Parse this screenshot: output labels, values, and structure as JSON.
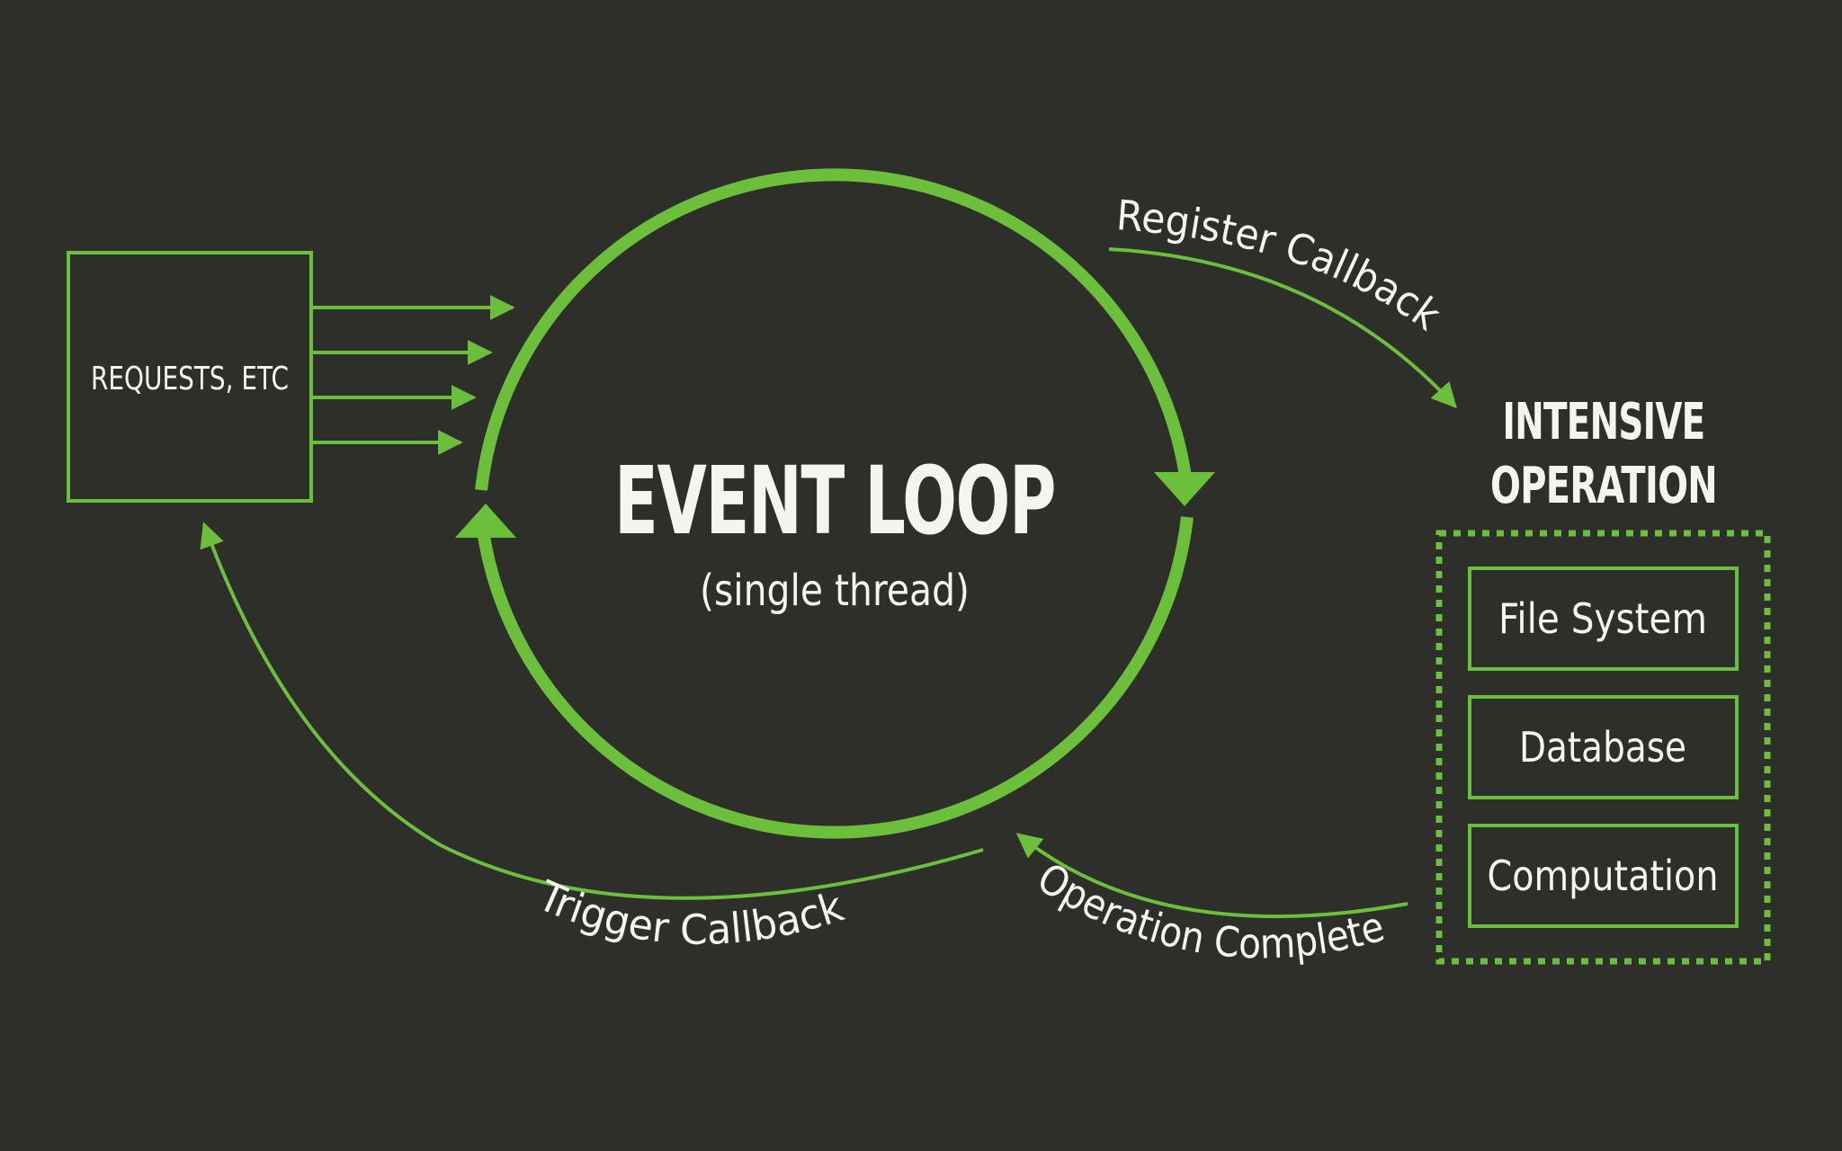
{
  "colors": {
    "background": "#2e2e2b",
    "accent": "#6bbf3a",
    "text": "#f4f4f0"
  },
  "requests_box": {
    "label": "REQUESTS, ETC"
  },
  "event_loop": {
    "title": "EVENT LOOP",
    "subtitle": "(single thread)"
  },
  "intensive_operation": {
    "title_line1": "INTENSIVE",
    "title_line2": "OPERATION",
    "items": [
      {
        "label": "File System"
      },
      {
        "label": "Database"
      },
      {
        "label": "Computation"
      }
    ]
  },
  "flows": {
    "register_callback": "Register Callback",
    "operation_complete": "Operation Complete",
    "trigger_callback": "Trigger Callback"
  }
}
